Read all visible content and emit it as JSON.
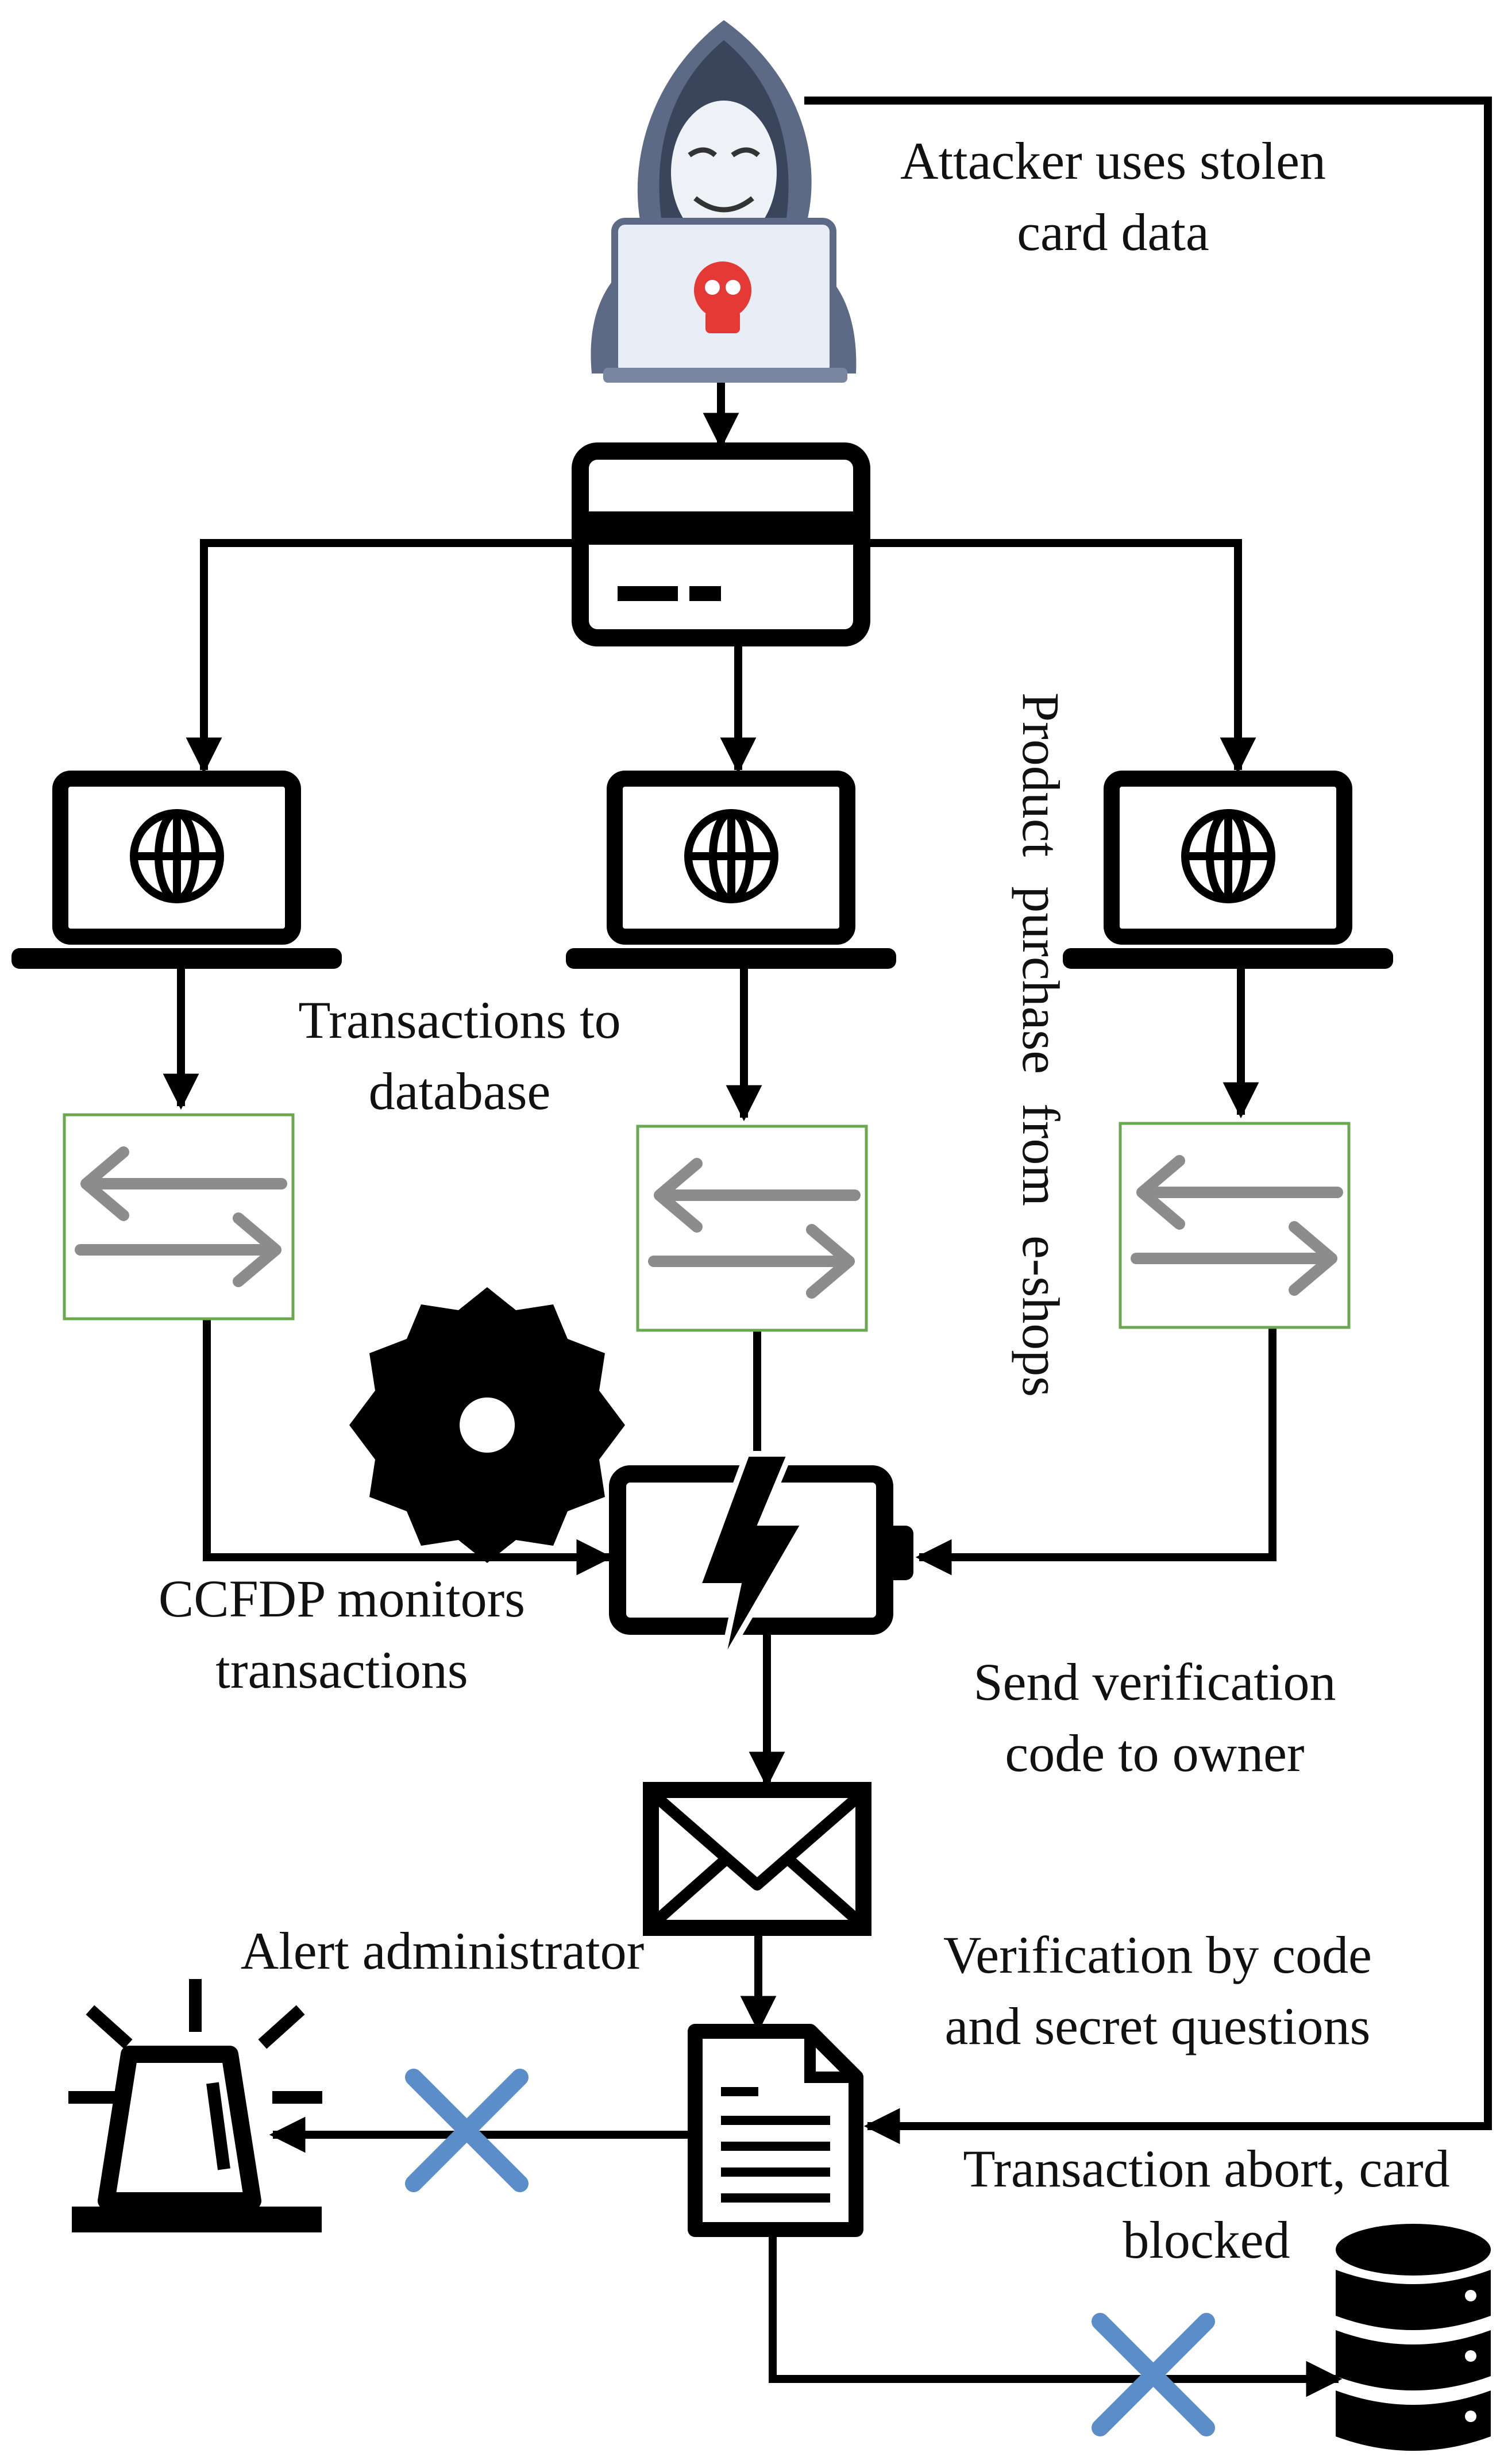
{
  "labels": {
    "attacker_line1": "Attacker uses stolen",
    "attacker_line2": "card data",
    "transactions_line1": "Transactions to",
    "transactions_line2": "database",
    "purchase": "Product purchase from e-shops",
    "monitor_line1": "CCFDP monitors",
    "monitor_line2": "transactions",
    "send_code_line1": "Send verification",
    "send_code_line2": "code to owner",
    "alert": "Alert administrator",
    "verify_line1": "Verification by code",
    "verify_line2": "and secret questions",
    "abort_line1": "Transaction abort, card",
    "abort_line2": "blocked"
  },
  "icons": {
    "attacker": "hooded-hacker-with-laptop-icon",
    "card": "credit-card-icon",
    "eshop": "laptop-with-globe-icon",
    "transfer": "transfer-arrows-icon",
    "gear": "gear-icon",
    "battery": "battery-lightning-icon",
    "mail": "envelope-icon",
    "document": "document-icon",
    "alarm": "alarm-siren-icon",
    "database": "database-icon",
    "blocked": "x-cross-icon"
  },
  "colors": {
    "line": "#000000",
    "transfer_border": "#6aa84f",
    "transfer_arrow": "#8c8c8c",
    "cross": "#5b8ec8",
    "hood": "#5c6a86",
    "skull": "#e53935"
  }
}
